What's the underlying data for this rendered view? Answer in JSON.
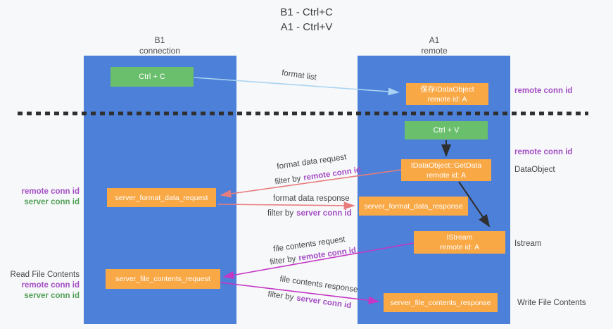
{
  "colors": {
    "bg": "#f7f8fa",
    "column-blue": "#4d80d8",
    "box-green": "#6abf6c",
    "box-orange": "#f9a846",
    "arrow-blue": "#a8d3f2",
    "arrow-salmon": "#e87d7d",
    "arrow-magenta": "#c437c4",
    "arrow-black": "#2f2f2f",
    "text-dark": "#3f3f3f",
    "text-purple": "#a44fc4",
    "text-green": "#53a158"
  },
  "title": {
    "line1": "B1 - Ctrl+C",
    "line2": "A1 - Ctrl+V"
  },
  "lifelines": {
    "left": {
      "name": "B1",
      "role": "connection"
    },
    "right": {
      "name": "A1",
      "role": "remote"
    }
  },
  "nodes": {
    "ctrl_c": {
      "label": "Ctrl + C"
    },
    "ctrl_v": {
      "label": "Ctrl + V"
    },
    "save_dataobject": {
      "line1": "保存IDataObject",
      "line2": "remote id: A"
    },
    "getdata": {
      "line1": "IDataObject::GetData",
      "line2": "remote id: A"
    },
    "istream": {
      "line1": "IStream",
      "line2": "remote id: A"
    },
    "format_request": {
      "label": "server_format_data_request"
    },
    "format_response": {
      "label": "server_format_data_response"
    },
    "file_request": {
      "label": "server_file_contents_request"
    },
    "file_response": {
      "label": "server_file_contents_response"
    }
  },
  "edge_labels": {
    "format_list": "format list",
    "format_request": "format data request",
    "format_request_filter_prefix": "filter by",
    "format_request_filter_key": "remote conn id",
    "format_response": "format data response",
    "format_response_filter_prefix": "filter by",
    "format_response_filter_key": "server conn id",
    "file_request": "file contents request",
    "file_request_filter_prefix": "filter by",
    "file_request_filter_key": "remote conn id",
    "file_response": "file contents response",
    "file_response_filter_prefix": "filter by",
    "file_response_filter_key": "server conn id"
  },
  "side_labels": {
    "right_remote_conn_top": "remote conn id",
    "right_remote_conn_mid": "remote conn id",
    "right_dataobject": "DataObject",
    "right_istream": "Istream",
    "right_write_file": "Write File Contents",
    "left_remote_conn_1": "remote conn id",
    "left_server_conn_1": "server conn id",
    "left_read_file": "Read File Contents",
    "left_remote_conn_2": "remote conn id",
    "left_server_conn_2": "server conn id"
  }
}
